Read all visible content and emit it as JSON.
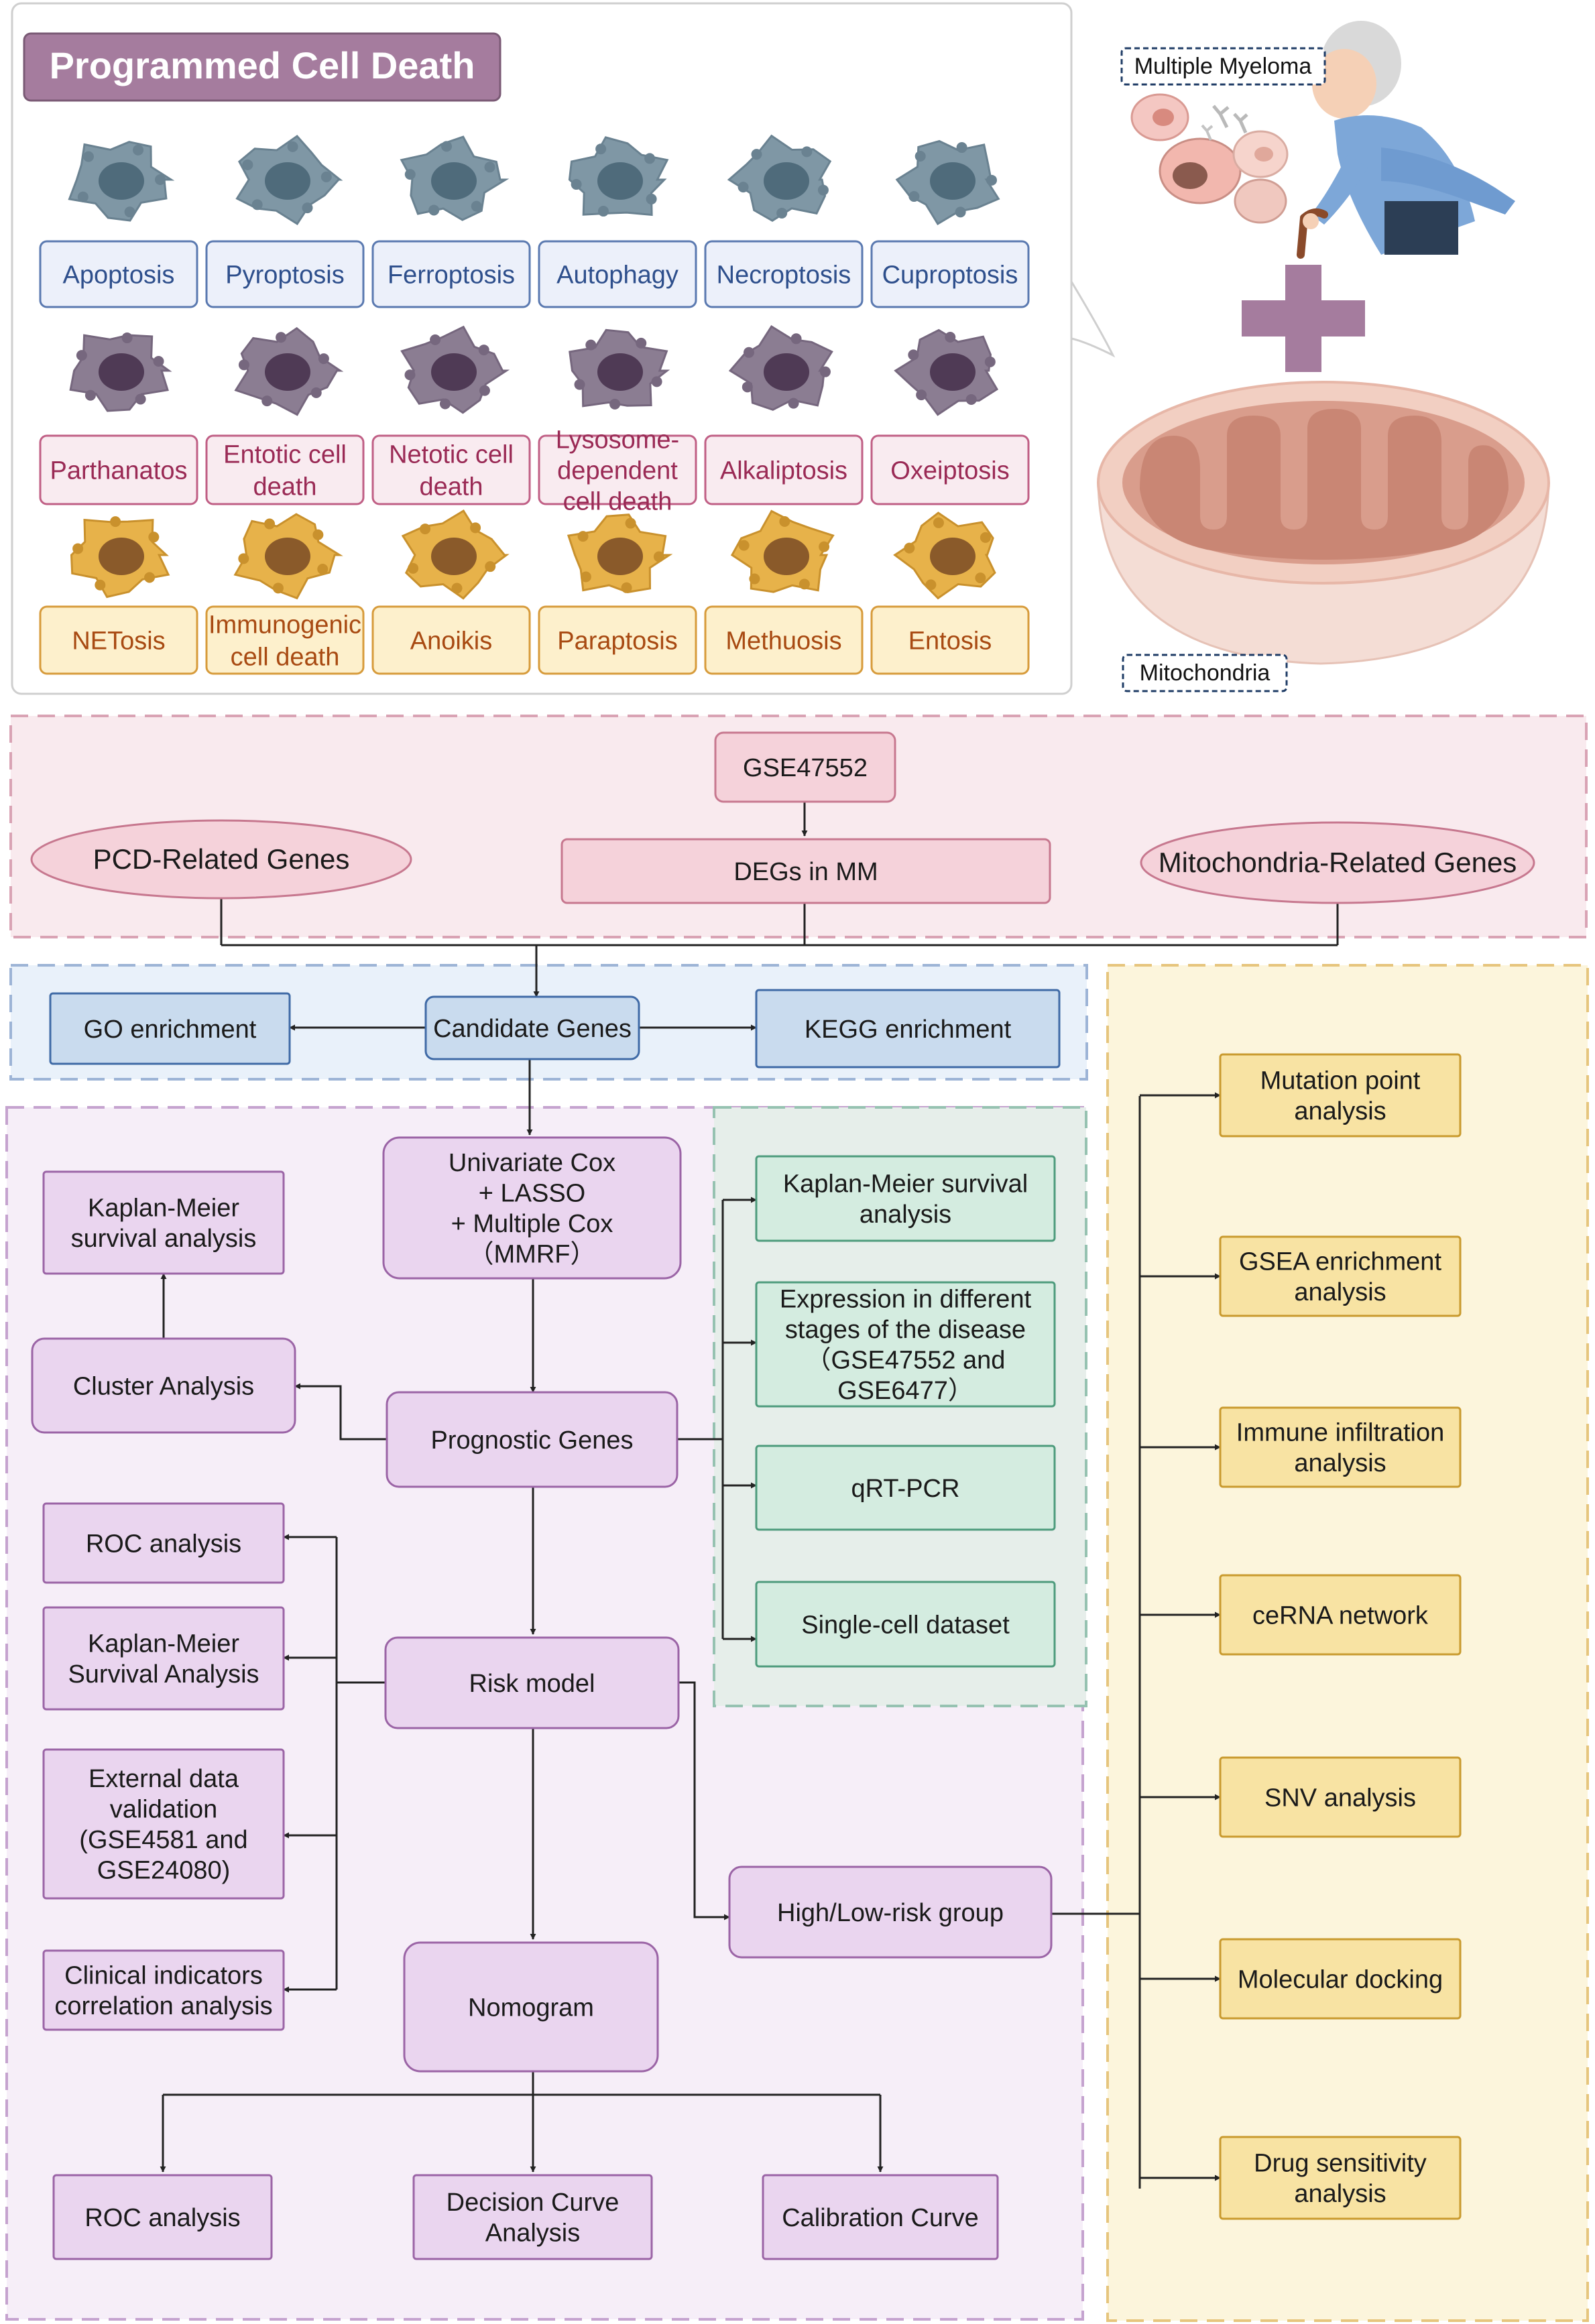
{
  "pcd_panel": {
    "title": "Programmed Cell Death",
    "row1": [
      "Apoptosis",
      "Pyroptosis",
      "Ferroptosis",
      "Autophagy",
      "Necroptosis",
      "Cuproptosis"
    ],
    "row2": [
      [
        "Parthanatos"
      ],
      [
        "Entotic cell",
        "death"
      ],
      [
        "Netotic cell",
        "death"
      ],
      [
        "Lysosome-",
        "dependent",
        "cell death"
      ],
      [
        "Alkaliptosis"
      ],
      [
        "Oxeiptosis"
      ]
    ],
    "row3": [
      [
        "NETosis"
      ],
      [
        "Immunogenic",
        "cell death"
      ],
      [
        "Anoikis"
      ],
      [
        "Paraptosis"
      ],
      [
        "Methuosis"
      ],
      [
        "Entosis"
      ]
    ]
  },
  "illustration": {
    "myeloma_label": "Multiple Myeloma",
    "mito_label": "Mitochondria",
    "plus_icon": "plus-icon"
  },
  "top_section": {
    "gse": "GSE47552",
    "degs": "DEGs in MM",
    "pcd_genes": "PCD-Related Genes",
    "mito_genes": "Mitochondria-Related Genes"
  },
  "enrichment": {
    "go": "GO enrichment",
    "candidate": "Candidate Genes",
    "kegg": "KEGG enrichment"
  },
  "main": {
    "cox": [
      "Univariate Cox",
      "+ LASSO",
      "+ Multiple Cox",
      "（MMRF）"
    ],
    "km_top": [
      "Kaplan-Meier",
      "survival analysis"
    ],
    "cluster": "Cluster Analysis",
    "prognostic": "Prognostic Genes",
    "roc_top": "ROC analysis",
    "km_mid": [
      "Kaplan-Meier",
      "Survival Analysis"
    ],
    "external": [
      "External data",
      "validation",
      "(GSE4581 and",
      "GSE24080)"
    ],
    "clinical": [
      "Clinical indicators",
      "correlation analysis"
    ],
    "risk": "Risk model",
    "nomogram": "Nomogram",
    "highlow": "High/Low-risk group",
    "roc_bottom": "ROC analysis",
    "dca": [
      "Decision Curve",
      "Analysis"
    ],
    "calibration": "Calibration Curve"
  },
  "validation": {
    "km": [
      "Kaplan-Meier survival",
      "analysis"
    ],
    "expression": [
      "Expression in different",
      "stages of the disease",
      "（GSE47552 and",
      "GSE6477）"
    ],
    "qrtpcr": "qRT-PCR",
    "singlecell": "Single-cell dataset"
  },
  "right_panel": {
    "items": [
      [
        "Mutation point",
        "analysis"
      ],
      [
        "GSEA enrichment",
        "analysis"
      ],
      [
        "Immune infiltration",
        "analysis"
      ],
      [
        "ceRNA network"
      ],
      [
        "SNV analysis"
      ],
      [
        "Molecular docking"
      ],
      [
        "Drug sensitivity",
        "analysis"
      ]
    ]
  },
  "colors": {
    "title_bg": "#a57c9e",
    "blue_text": "#2e4f8c",
    "pink_text": "#9a2a55",
    "orange_text": "#a84a12",
    "purple_box": "#ead5ef",
    "green_box": "#d4ece0",
    "yellow_box": "#f8e3a3",
    "blue_box": "#c9dbee",
    "pink_box": "#f5d2da"
  }
}
